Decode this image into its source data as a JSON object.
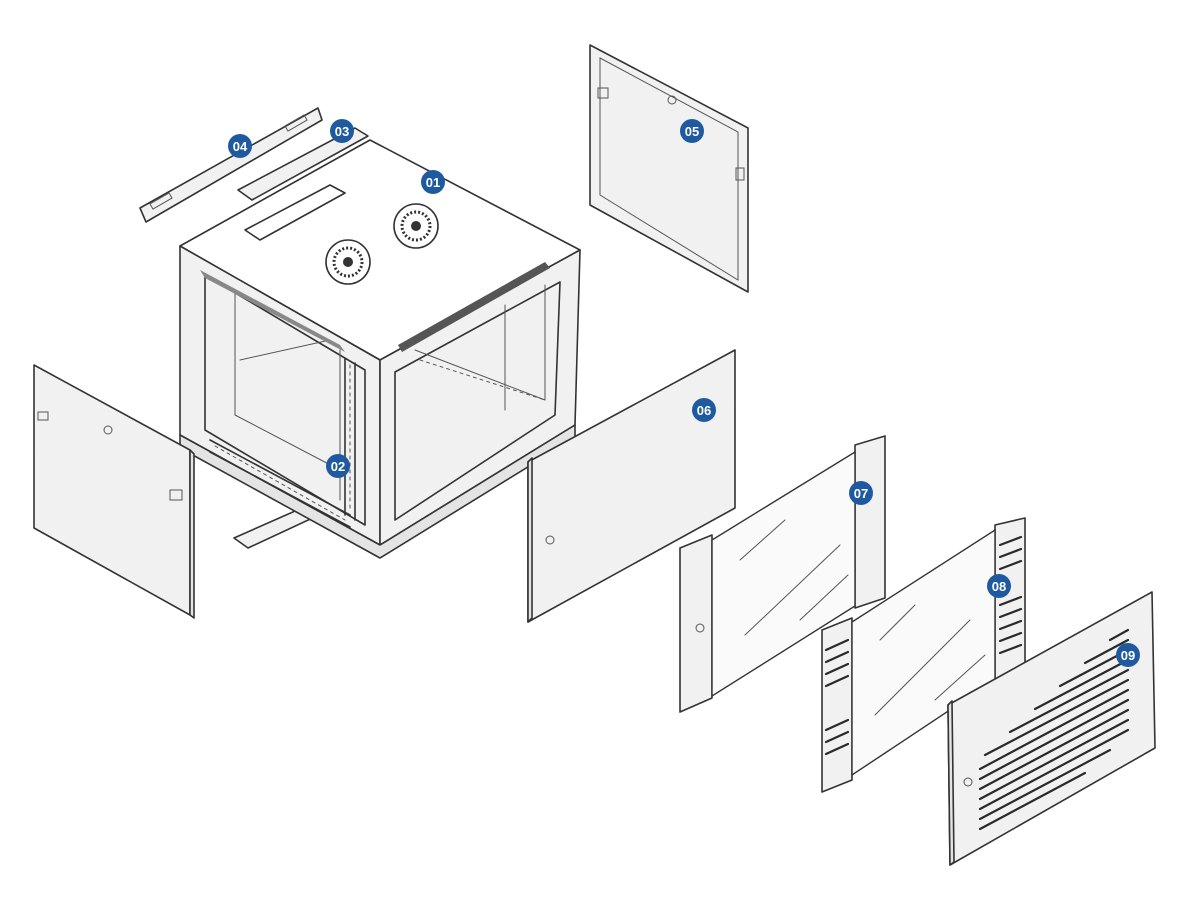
{
  "diagram": {
    "callout_color": "#1f5aa0",
    "callout_text_color": "#ffffff",
    "callouts": [
      {
        "id": "c01",
        "label": "01"
      },
      {
        "id": "c02",
        "label": "02"
      },
      {
        "id": "c03",
        "label": "03"
      },
      {
        "id": "c04",
        "label": "04"
      },
      {
        "id": "c05",
        "label": "05"
      },
      {
        "id": "c06",
        "label": "06"
      },
      {
        "id": "c07",
        "label": "07"
      },
      {
        "id": "c08",
        "label": "08"
      },
      {
        "id": "c09",
        "label": "09"
      }
    ]
  }
}
